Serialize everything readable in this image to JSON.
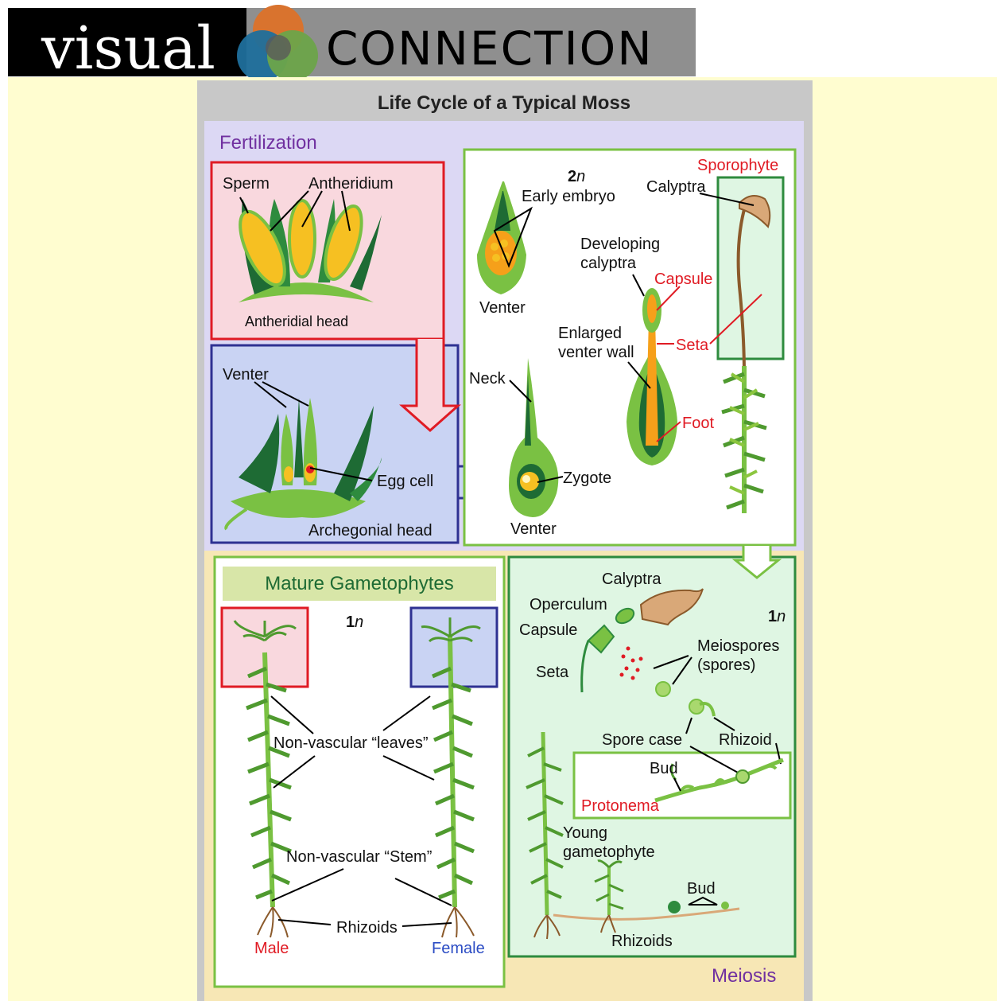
{
  "banner": {
    "word1": "visual",
    "word2": "CONNECTION"
  },
  "diagram": {
    "title": "Life Cycle of a Typical Moss",
    "sections": {
      "fertilization": "Fertilization",
      "meiosis": "Meiosis"
    },
    "labels": {
      "sperm": "Sperm",
      "antheridium": "Antheridium",
      "antheridial_head": "Antheridial head",
      "venter_left": "Venter",
      "egg_cell": "Egg cell",
      "archegonial_head": "Archegonial head",
      "ploidy_2n_num": "2",
      "ploidy_2n_var": "n",
      "early_embryo": "Early embryo",
      "venter_top": "Venter",
      "sporophyte": "Sporophyte",
      "calyptra_top": "Calyptra",
      "developing_calyptra_1": "Developing",
      "developing_calyptra_2": "calyptra",
      "capsule_red": "Capsule",
      "enlarged_1": "Enlarged",
      "enlarged_2": "venter wall",
      "seta_red": "Seta",
      "neck": "Neck",
      "foot": "Foot",
      "zygote": "Zygote",
      "venter_bottom": "Venter",
      "mature_gametophytes": "Mature Gametophytes",
      "ploidy_1n_num": "1",
      "ploidy_1n_var": "n",
      "nonvascular_leaves": "Non-vascular “leaves”",
      "nonvascular_stem": "Non-vascular “Stem”",
      "rhizoids_left": "Rhizoids",
      "male": "Male",
      "female": "Female",
      "calyptra_bottom": "Calyptra",
      "operculum": "Operculum",
      "capsule_bottom": "Capsule",
      "seta_bottom": "Seta",
      "meiospores_1": "Meiospores",
      "meiospores_2": "(spores)",
      "ploidy_1n_right_num": "1",
      "ploidy_1n_right_var": "n",
      "spore_case": "Spore case",
      "rhizoid": "Rhizoid",
      "bud_1": "Bud",
      "protonema": "Protonema",
      "young_1": "Young",
      "young_2": "gametophyte",
      "bud_2": "Bud",
      "rhizoids_right": "Rhizoids"
    }
  },
  "colors": {
    "fertilization_bg": "#dcd8f4",
    "meiosis_bg": "#f7e7b5",
    "male_box": "#f9d8de",
    "female_box": "#c9d3f3",
    "green_panel": "#dff6e3",
    "purple_text": "#7030a0",
    "red_text": "#e01b24",
    "blue_text": "#2b4cc4"
  }
}
